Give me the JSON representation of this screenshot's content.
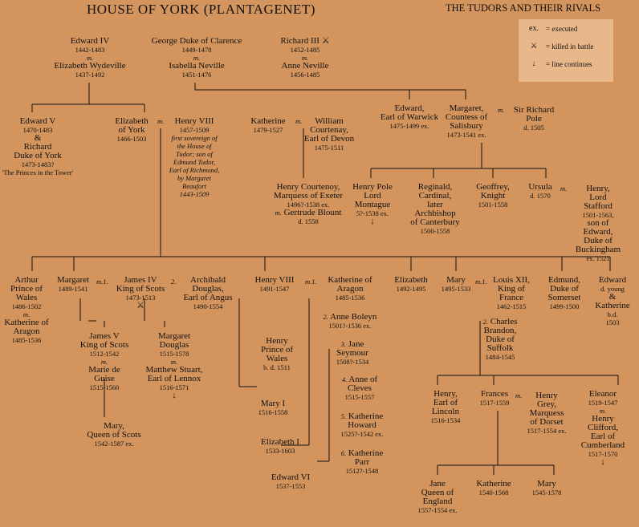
{
  "title": "HOUSE OF YORK (PLANTAGENET)",
  "subtitle": "THE TUDORS  AND THEIR RIVALS",
  "legend": {
    "executed": "ex.",
    "executed_label": "= executed",
    "killed_label": "= killed in battle",
    "continues_label": "= line continues"
  },
  "marks": {
    "m": "m.",
    "m1": "m.1.",
    "m2": "2.",
    "m3": "3.",
    "m4": "4.",
    "m5": "5.",
    "m6": "6.",
    "amp": "&",
    "m2b": "2."
  },
  "people": {
    "edward4": {
      "name": "Edward IV",
      "dates": "1442-1483"
    },
    "eliz_wydeville": {
      "name": "Elizabeth Wydeville",
      "dates": "1437-1492"
    },
    "george": {
      "name": "George Duke of Clarence",
      "dates": "1449-1478"
    },
    "isabella": {
      "name": "Isabella Neville",
      "dates": "1451-1476"
    },
    "richard3": {
      "name": "Richard III",
      "dates": "1452-1485"
    },
    "anne_neville": {
      "name": "Anne Neville",
      "dates": "1456-1485"
    },
    "edward5": {
      "name": "Edward V",
      "dates": "1470-1483"
    },
    "richard_york": {
      "l1": "Richard",
      "l2": "Duke of York",
      "dates": "1473-1483?",
      "note": "'The Princes in the Tower'"
    },
    "eliz_york": {
      "l1": "Elizabeth",
      "l2": "of York",
      "dates": "1466-1503"
    },
    "henry7": {
      "name": "Henry VIII",
      "dates": "1457-1509",
      "n1": "first sovereign of",
      "n2": "the House of",
      "n3": "Tudor; son of",
      "n4": "Edmund Tudor,",
      "n5": "Earl of Richmond,",
      "n6": "by Margaret",
      "n7": "Beaufort",
      "n8": "1443-1509"
    },
    "katherine_y": {
      "name": "Katherine",
      "dates": "1479-1527"
    },
    "wcourtenay": {
      "l1": "William",
      "l2": "Courtenay,",
      "l3": "Earl of Devon",
      "dates": "1475-1511"
    },
    "edward_warwick": {
      "l1": "Edward,",
      "l2": "Earl of Warwick",
      "dates": "1475-1499 ex."
    },
    "margaret_sal": {
      "l1": "Margaret,",
      "l2": "Countess of",
      "l3": "Salisbury",
      "dates": "1473-1541 ex."
    },
    "rpole": {
      "l1": "Sir Richard",
      "l2": "Pole",
      "dates": "d. 1505"
    },
    "hcourtenay": {
      "l1": "Henry Courtenoy,",
      "l2": "Marquess of Exeter",
      "dates": "1496?-1538 ex."
    },
    "gblount": {
      "name": "Gertrude Blount",
      "dates": "d. 1558"
    },
    "hpole": {
      "l1": "Henry Pole",
      "l2": "Lord",
      "l3": "Montague",
      "dates": "5?-1538 ex."
    },
    "reginald": {
      "l1": "Reginald,",
      "l2": "Cardinal,",
      "l3": "later",
      "l4": "Archbishop",
      "l5": "of Canterbury",
      "dates": "1500-1558"
    },
    "geoffrey": {
      "l1": "Geoffrey,",
      "l2": "Knight",
      "dates": "1501-1558"
    },
    "ursula": {
      "name": "Ursula",
      "dates": "d. 1570"
    },
    "hstafford": {
      "l1": "Henry,",
      "l2": "Lord",
      "l3": "Stafford",
      "dates": "1501-1563,",
      "l4": "son of",
      "l5": "Edward,",
      "l6": "Duke of",
      "l7": "Buckingham",
      "dates2": "ex. 1521"
    },
    "arthur": {
      "l1": "Arthur",
      "l2": "Prince of",
      "l3": "Wales",
      "dates": "1486-1502"
    },
    "kat_aragon_a": {
      "l1": "Katherine of",
      "l2": "Aragon",
      "dates": "1485-1536"
    },
    "margaret_t": {
      "name": "Margaret",
      "dates": "1489-1541"
    },
    "james4": {
      "l1": "James IV",
      "l2": "King of Scots",
      "dates": "1473-1513"
    },
    "adouglas": {
      "l1": "Archibald",
      "l2": "Douglas,",
      "l3": "Earl of Angus",
      "dates": "1490-1554"
    },
    "james5": {
      "l1": "James V",
      "l2": "King of Scots",
      "dates": "1512-1542"
    },
    "marie_guise": {
      "l1": "Marie de",
      "l2": "Guise",
      "dates": "1515-1560"
    },
    "mary_scots": {
      "l1": "Mary,",
      "l2": "Queen of Scots",
      "dates": "1542-1587 ex."
    },
    "mdouglas": {
      "l1": "Margaret",
      "l2": "Douglas",
      "dates": "1515-1578"
    },
    "mstuart": {
      "l1": "Matthew Stuart,",
      "l2": "Earl of Lennox",
      "dates": "1516-1571"
    },
    "henry8": {
      "name": "Henry VIII",
      "dates": "1491-1547"
    },
    "kat_aragon_h": {
      "l1": "Katherine of",
      "l2": "Aragon",
      "dates": "1485-1536"
    },
    "aboleyn": {
      "name": "Anne Boleyn",
      "dates": "1501?-1536 ex."
    },
    "jseymour": {
      "l1": "Jane",
      "l2": "Seymour",
      "dates": "1508?-1534"
    },
    "acleves": {
      "l1": "Anne of",
      "l2": "Cleves",
      "dates": "1515-1557"
    },
    "khoward": {
      "l1": "Katherine",
      "l2": "Howard",
      "dates": "1525?-1542 ex."
    },
    "kparr": {
      "l1": "Katherine",
      "l2": "Parr",
      "dates": "1512?-1548"
    },
    "henry_pw": {
      "l1": "Henry",
      "l2": "Prince of",
      "l3": "Wales",
      "dates": "b. d. 1511"
    },
    "mary1": {
      "name": "Mary I",
      "dates": "1516-1558"
    },
    "eliz1": {
      "name": "Elizabeth I",
      "dates": "1533-1603"
    },
    "edward6": {
      "name": "Edward VI",
      "dates": "1537-1553"
    },
    "elizabeth_t": {
      "name": "Elizabeth",
      "dates": "1492-1495"
    },
    "mary_t": {
      "name": "Mary",
      "dates": "1495-1533"
    },
    "louis12": {
      "l1": "Louis XII,",
      "l2": "King of",
      "l3": "France",
      "dates": "1462-1515"
    },
    "cbrandon": {
      "l1": "Charles",
      "l2": "Brandon,",
      "l3": "Duke of",
      "l4": "Suffolk",
      "dates": "1484-1545"
    },
    "edmund": {
      "l1": "Edmund,",
      "l2": "Duke of",
      "l3": "Somerset",
      "dates": "1499-1500"
    },
    "edward_t": {
      "name": "Edward",
      "dates": "d. young"
    },
    "katherine_t": {
      "name": "Katherine",
      "dates": "b.d.",
      "dates2": "1503"
    },
    "henry_lincoln": {
      "l1": "Henry,",
      "l2": "Earl of",
      "l3": "Lincoln",
      "dates": "1516-1534"
    },
    "frances": {
      "name": "Frances",
      "dates": "1517-1559"
    },
    "hgrey": {
      "l1": "Henry",
      "l2": "Grey,",
      "l3": "Marquess",
      "l4": "of Dorset",
      "dates": "1517-1554 ex."
    },
    "eleanor": {
      "name": "Eleanor",
      "dates": "1519-1547"
    },
    "hclifford": {
      "l1": "Henry",
      "l2": "Clifford,",
      "l3": "Earl of",
      "l4": "Cumberland",
      "dates": "1517-1570"
    },
    "jane": {
      "l1": "Jane",
      "l2": "Queen of",
      "l3": "England",
      "dates": "1557-1554 ex."
    },
    "katherine_g": {
      "name": "Katherine",
      "dates": "1540-1568"
    },
    "mary_g": {
      "name": "Mary",
      "dates": "1545-1578"
    }
  }
}
